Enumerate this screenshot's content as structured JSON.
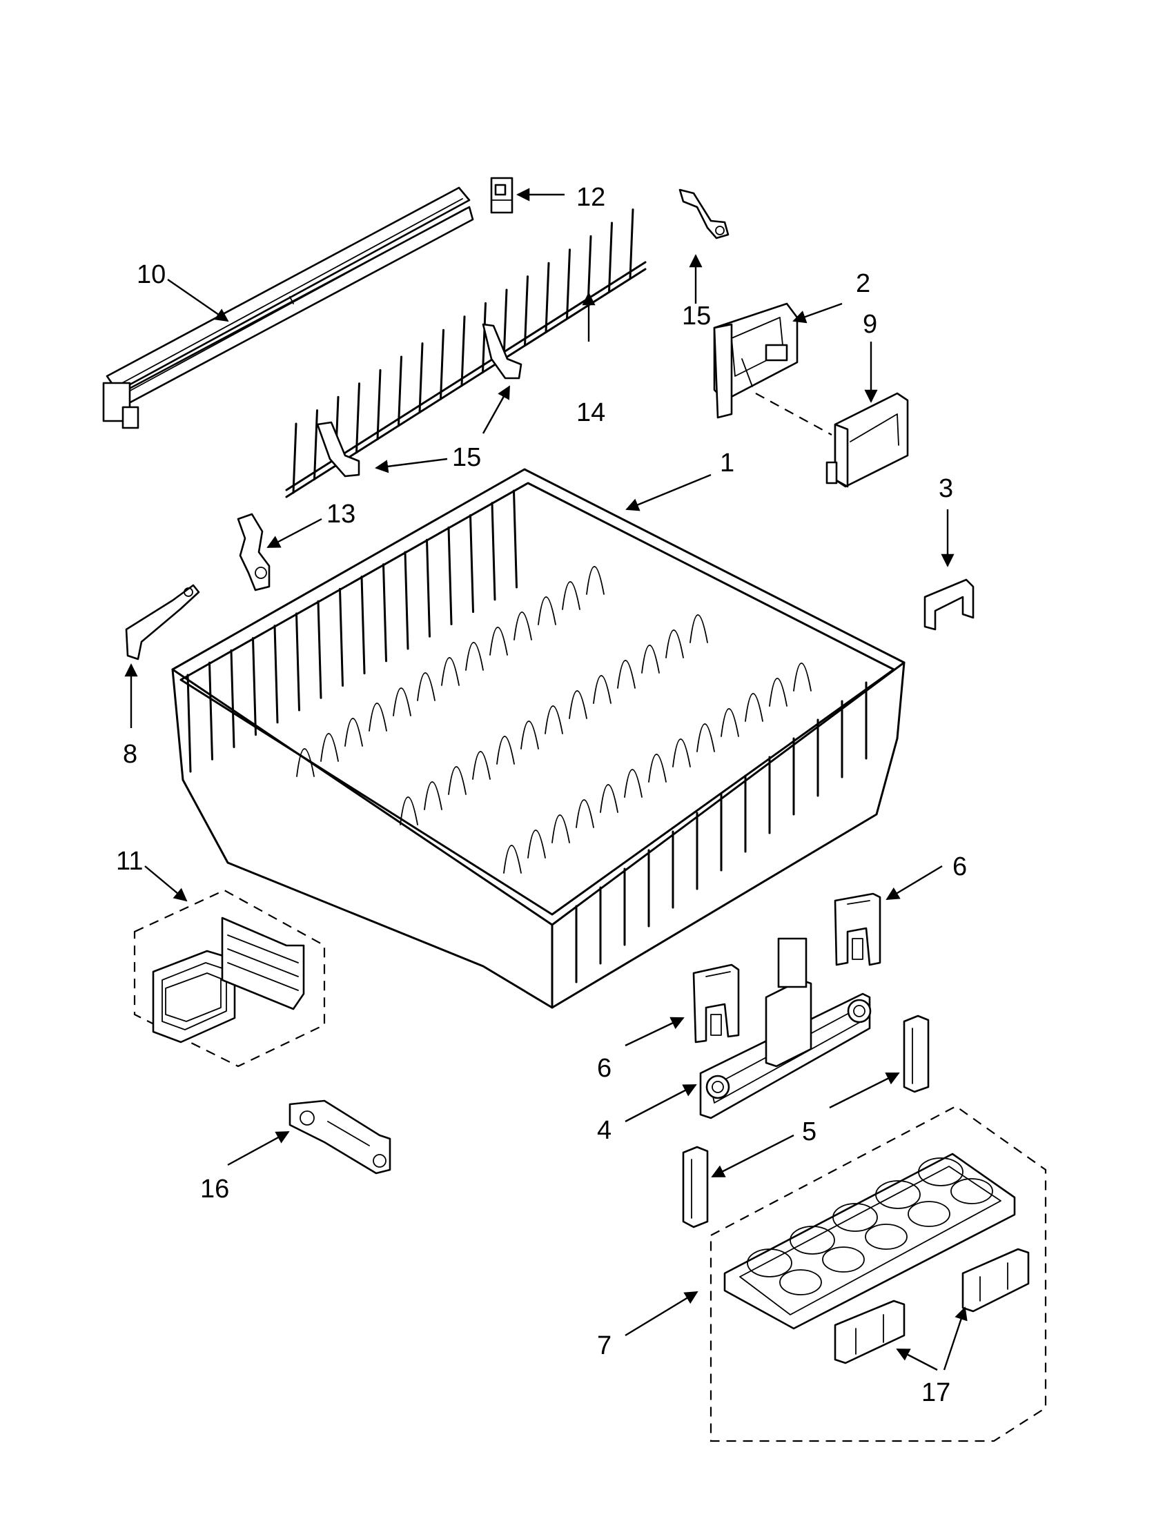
{
  "callouts": {
    "c1": "1",
    "c2": "2",
    "c3": "3",
    "c4": "4",
    "c5": "5",
    "c6a": "6",
    "c6b": "6",
    "c7": "7",
    "c8": "8",
    "c9": "9",
    "c10": "10",
    "c11": "11",
    "c12": "12",
    "c13": "13",
    "c14": "14",
    "c15a": "15",
    "c15b": "15",
    "c16": "16",
    "c17": "17"
  }
}
